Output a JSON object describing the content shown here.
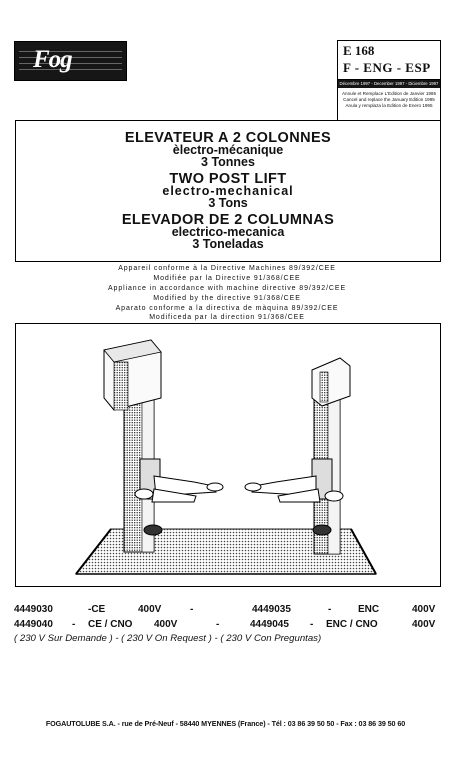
{
  "header": {
    "logo_text": "Fog",
    "ref_code": "E 168",
    "languages": "F - ENG - ESP",
    "edition_dates": "Décembre 1997 - December 1997 - Diciembre 1997",
    "edition_lines": [
      "Annule et Remplace L'Edition de Janvier 1995",
      "Cancel and replace the January Edition 1995",
      "Anula y remplaza la Edition de Enero 1995"
    ]
  },
  "titles": {
    "fr": {
      "main": "ELEVATEUR A 2 COLONNES",
      "sub": "èlectro-mécanique",
      "capacity": "3 Tonnes"
    },
    "en": {
      "main": "TWO POST LIFT",
      "sub": "electro-mechanical",
      "capacity": "3 Tons"
    },
    "es": {
      "main": "ELEVADOR DE 2 COLUMNAS",
      "sub": "electrico-mecanica",
      "capacity": "3 Toneladas"
    }
  },
  "directives": [
    "Appareil conforme à la Directive Machines 89/392/CEE",
    "Modifiée par la Directive 91/368/CEE",
    "Appliance in accordance with machine directive 89/392/CEE",
    "Modified by the directive 91/368/CEE",
    "Aparato conforme a la directiva de màquina 89/392/CEE",
    "Modificeda par la direction 91/368/CEE"
  ],
  "models": {
    "row1": {
      "code_a": "4449030",
      "spec_a": "-CE",
      "volt_a": "400V",
      "sep": "-",
      "code_b": "4449035",
      "sep_b": "-",
      "spec_b": "ENC",
      "volt_b": "400V"
    },
    "row2": {
      "code_a": "4449040",
      "sep1": "-",
      "spec_a": "CE / CNO",
      "volt_a": "400V",
      "sep": "-",
      "code_b": "4449045",
      "sep_b": "-",
      "spec_b": "ENC / CNO",
      "volt_b": "400V"
    },
    "row3": "( 230 V Sur Demande )  -  ( 230 V On Request )  -  ( 230 V Con Preguntas)"
  },
  "footer": "FOGAUTOLUBE S.A. - rue de Pré-Neuf - 58440 MYENNES (France) - Tél : 03 86 39 50 50 - Fax : 03 86 39 50 60"
}
